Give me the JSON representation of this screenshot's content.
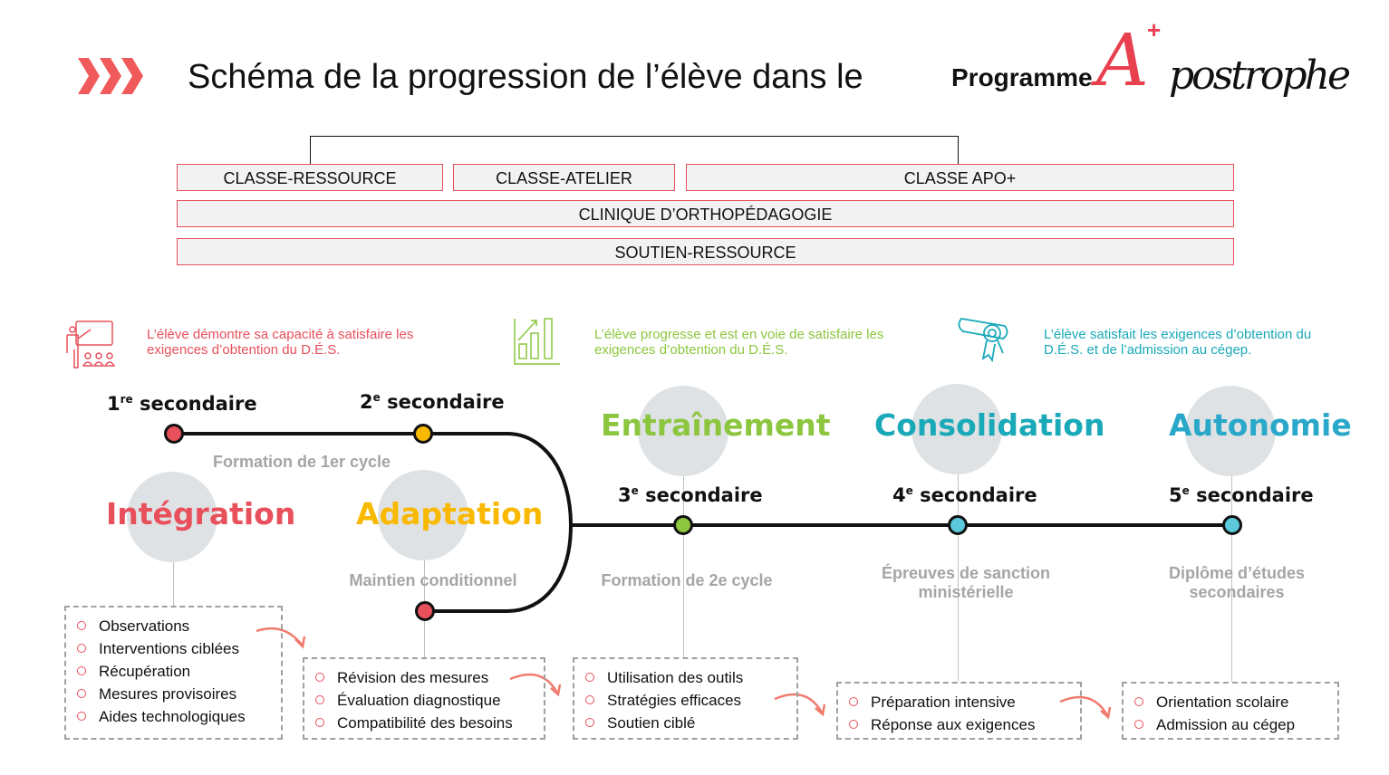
{
  "header": {
    "title": "Schéma de la progression de l’élève dans le",
    "program_label": "Programme",
    "logo_text": "Apostrophe",
    "logo_letter": "A",
    "logo_plus": "+"
  },
  "services": {
    "classe_ressource": "CLASSE-RESSOURCE",
    "classe_atelier": "CLASSE-ATELIER",
    "classe_apo": "CLASSE APO+",
    "clinique": "CLINIQUE D’ORTHOPÉDAGOGIE",
    "soutien": "SOUTIEN-RESSOURCE"
  },
  "descriptions": [
    {
      "text": "L’élève démontre sa capacité à satisfaire les exigences d’obtention du D.É.S.",
      "color": "#e8505b",
      "icon": "teacher-icon"
    },
    {
      "text": "L’élève progresse et est en voie de satisfaire les exigences d’obtention du D.É.S.",
      "color": "#8cc63f",
      "icon": "growth-chart-icon"
    },
    {
      "text": "L’élève satisfait les exigences d’obtention du D.É.S. et de l’admission au cégep.",
      "color": "#1aa9b8",
      "icon": "diploma-icon"
    }
  ],
  "grades": {
    "g1": "1",
    "g1_sup": "re",
    "g2": "2",
    "g2_sup": "e",
    "g3": "3",
    "g3_sup": "e",
    "g4": "4",
    "g4_sup": "e",
    "g5": "5",
    "g5_sup": "e",
    "label": "secondaire"
  },
  "stages": {
    "integration": "Intégration",
    "adaptation": "Adaptation",
    "entrainement": "Entraînement",
    "consolidation": "Consolidation",
    "autonomie": "Autonomie"
  },
  "subtitles": {
    "cycle1": "Formation de 1er cycle",
    "maintien": "Maintien conditionnel",
    "cycle2": "Formation de 2e cycle",
    "epreuves": "Épreuves de sanction ministérielle",
    "diplome": "Diplôme d’études secondaires"
  },
  "lists": {
    "integration": [
      "Observations",
      "Interventions ciblées",
      "Récupération",
      "Mesures provisoires",
      "Aides technologiques"
    ],
    "adaptation": [
      "Révision des mesures",
      "Évaluation diagnostique",
      "Compatibilité des besoins"
    ],
    "entrainement": [
      "Utilisation des outils",
      "Stratégies efficaces",
      "Soutien ciblé"
    ],
    "consolidation": [
      "Préparation intensive",
      "Réponse aux exigences"
    ],
    "autonomie": [
      "Orientation scolaire",
      "Admission au cégep"
    ]
  },
  "colors": {
    "red": "#e8505b",
    "yellow": "#f9b900",
    "green": "#8cc63f",
    "teal": "#1aa9b8",
    "blue": "#5bc8dc"
  }
}
